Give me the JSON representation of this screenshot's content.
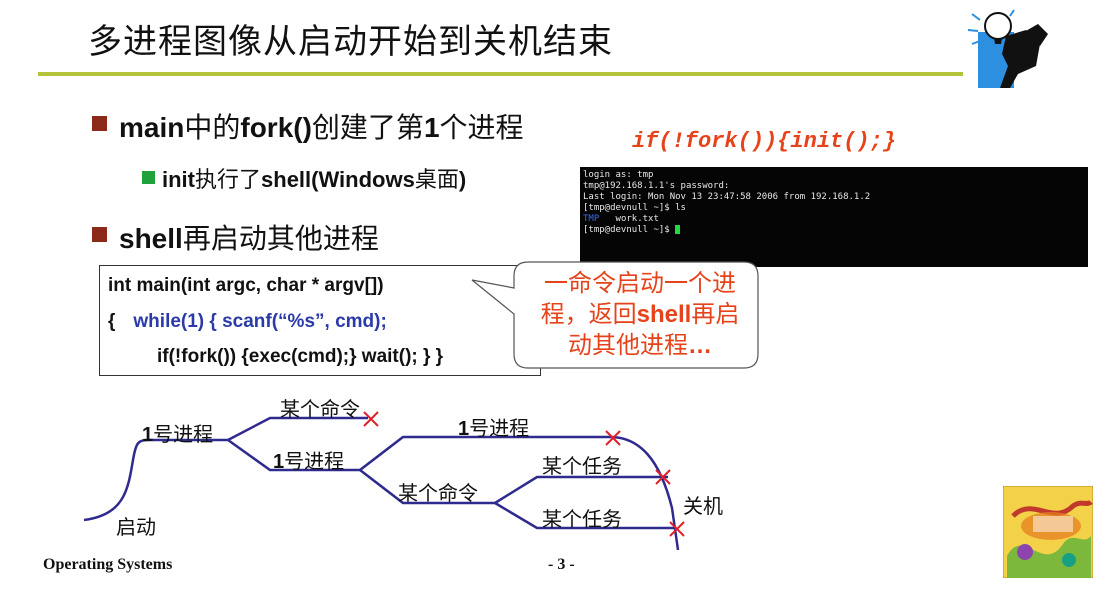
{
  "title": "多进程图像从启动开始到关机结束",
  "bullets": [
    {
      "bold1": "main",
      "text1": "中的",
      "bold2": "fork()",
      "text2": "创建了第",
      "bold3": "1",
      "text3": "个进程"
    },
    {
      "bold1": "init",
      "text1": "执行了",
      "bold2": "shell(Windows",
      "text2": "桌面",
      "bold3": ")"
    },
    {
      "bold1": "shell",
      "text1": "再启动其他进程"
    }
  ],
  "code_snippet": "if(!fork()){init();}",
  "terminal": {
    "lines": [
      "login as: tmp",
      "tmp@192.168.1.1's password:",
      "Last login: Mon Nov 13 23:47:58 2006 from 192.168.1.2",
      "[tmp@devnull ~]$ ls"
    ],
    "ls_dir": "TMP",
    "ls_file": "work.txt",
    "prompt": "[tmp@devnull ~]$ "
  },
  "code_box": {
    "line1": "int main(int argc, char * argv[])",
    "line2_brace": "{",
    "line2_rest": "while(1)  { scanf(“%s”, cmd);",
    "line3": "if(!fork()) {exec(cmd);} wait(); }  }"
  },
  "callout": {
    "line1": "一命令启动一个进",
    "line2_a": "程，返回",
    "line2_bold": "shell",
    "line2_b": "再启",
    "line3_a": "动其他进程",
    "line3_bold": "…"
  },
  "diagram": {
    "start": "启动",
    "proc1_num": "1",
    "proc1_text": "号进程",
    "cmd1": "某个命令",
    "cmd2": "某个命令",
    "task1": "某个任务",
    "task2": "某个任务",
    "shutdown": "关机"
  },
  "footer": {
    "left": "Operating Systems",
    "page": "- 3 -"
  },
  "colors": {
    "accent_rule": "#b4c23c",
    "bullet": "#8b2a18",
    "sub_bullet": "#1fa13c",
    "highlight": "#e6431a",
    "line": "#2f2a8e",
    "cross": "#e0202a"
  },
  "icons": [
    "lightbulb-thinker-icon",
    "book-cover-icon"
  ]
}
